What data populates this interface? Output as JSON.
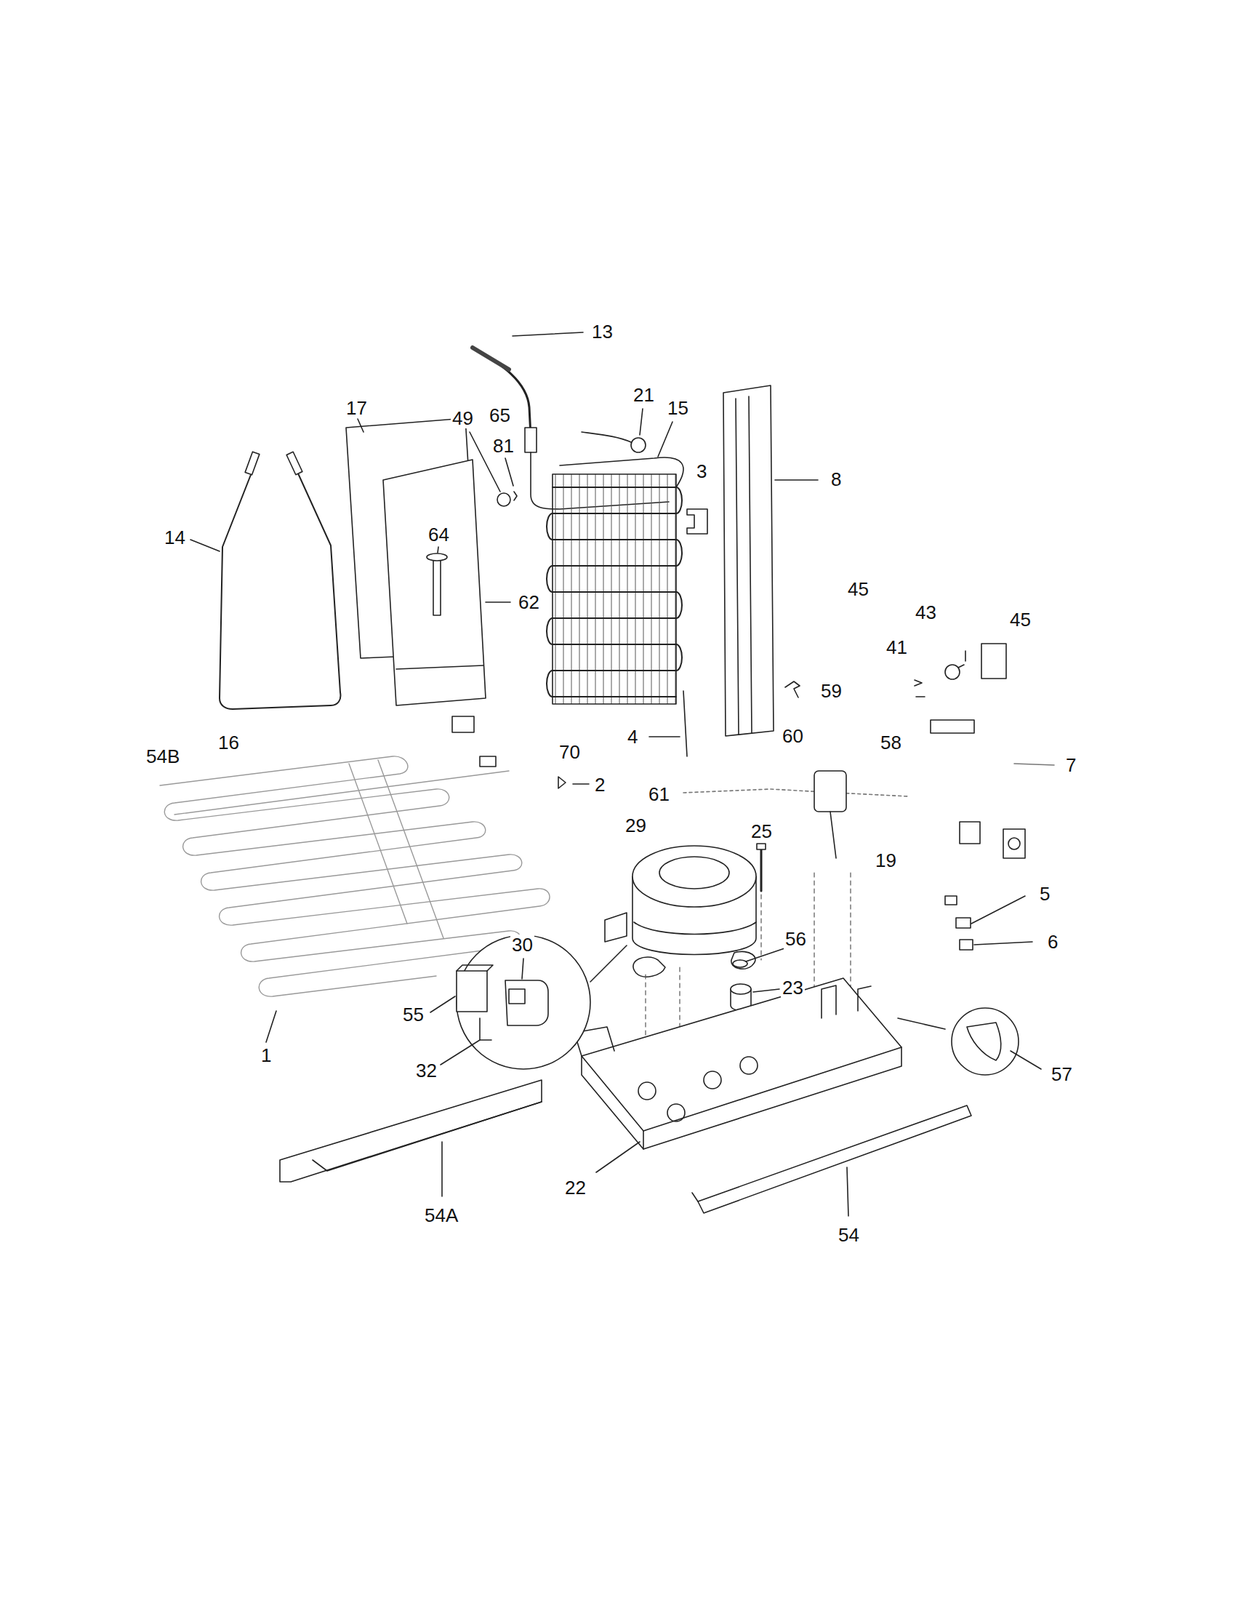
{
  "diagram": {
    "labels": [
      "13",
      "17",
      "49",
      "65",
      "81",
      "21",
      "15",
      "3",
      "8",
      "14",
      "64",
      "62",
      "45",
      "43",
      "45",
      "41",
      "59",
      "60",
      "58",
      "16",
      "54B",
      "70",
      "4",
      "2",
      "7",
      "61",
      "29",
      "19",
      "25",
      "5",
      "6",
      "30",
      "56",
      "23",
      "55",
      "57",
      "1",
      "32",
      "22",
      "54A",
      "54"
    ]
  }
}
